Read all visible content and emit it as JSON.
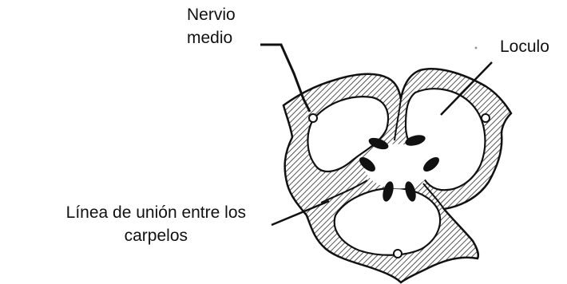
{
  "labels": {
    "nervio_line1": "Nervio",
    "nervio_line2": "medio",
    "loculo": "Loculo",
    "linea_line1": "Línea de unión entre los",
    "linea_line2": "carpelos"
  },
  "colors": {
    "ink": "#111111",
    "hatch": "#2a2a2a",
    "paper": "#ffffff"
  }
}
